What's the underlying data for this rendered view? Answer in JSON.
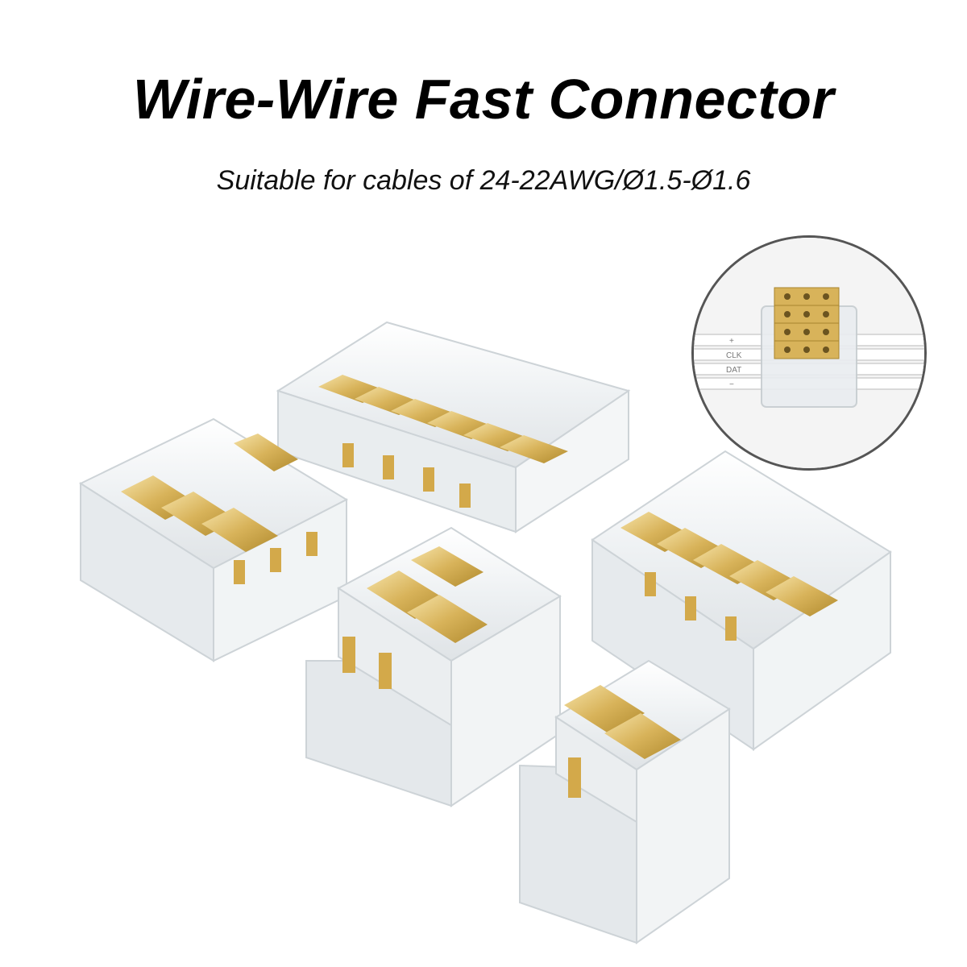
{
  "header": {
    "title": "Wire-Wire Fast Connector",
    "subtitle": "Suitable for cables of 24-22AWG/Ø1.5-Ø1.6"
  },
  "inset": {
    "wire_labels": [
      "+",
      "CLK",
      "DAT",
      "−"
    ]
  },
  "colors": {
    "background": "#ffffff",
    "text": "#000000",
    "gold_contact": "#d8b35a",
    "clear_plastic": "#eef1f3",
    "inset_border": "#555555"
  },
  "products": [
    {
      "name": "connector-6pin",
      "pins": 6
    },
    {
      "name": "connector-4pin-left",
      "pins": 4
    },
    {
      "name": "connector-5pin-right",
      "pins": 5
    },
    {
      "name": "connector-3pin-middle",
      "pins": 3
    },
    {
      "name": "connector-2pin-front",
      "pins": 2
    }
  ]
}
